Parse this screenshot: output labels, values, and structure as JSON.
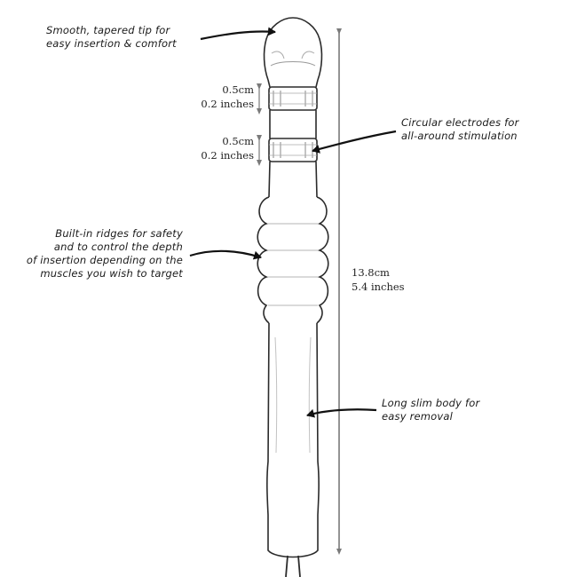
{
  "colors": {
    "outline": "#2b2b2b",
    "shade": "#9a9a9a",
    "arrow": "#111111",
    "dimension": "#7a7a7a"
  },
  "callouts": {
    "tip": {
      "line1": "Smooth, tapered tip for",
      "line2": "easy insertion & comfort"
    },
    "electrodes": {
      "line1": "Circular electrodes for",
      "line2": "all-around stimulation"
    },
    "ridges": {
      "line1": "Built-in ridges for safety",
      "line2": "and to control the depth",
      "line3": "of insertion depending on the",
      "line4": "muscles you wish to target"
    },
    "body": {
      "line1": "Long slim body for",
      "line2": "easy removal"
    }
  },
  "dimensions": {
    "electrode1": {
      "metric": "0.5cm",
      "imperial": "0.2 inches"
    },
    "electrode2": {
      "metric": "0.5cm",
      "imperial": "0.2 inches"
    },
    "total": {
      "metric": "13.8cm",
      "imperial": "5.4 inches"
    }
  }
}
